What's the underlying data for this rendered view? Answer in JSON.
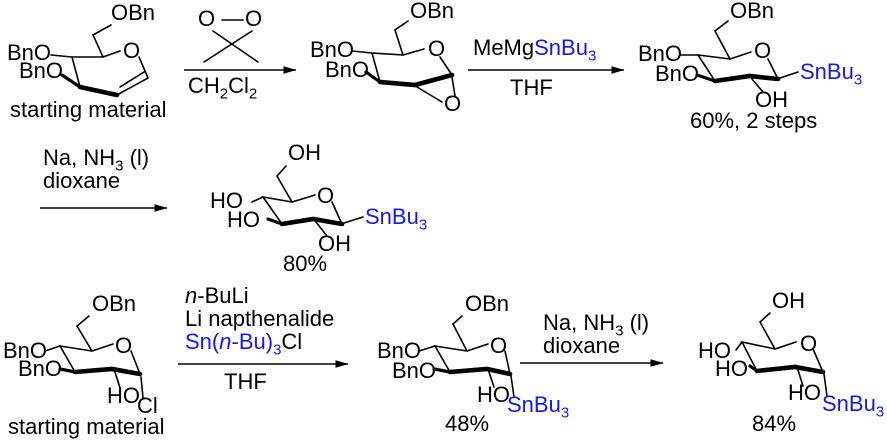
{
  "colors": {
    "ink": "#000000",
    "organotin_blue": "#1717f3",
    "background": "#ffffff"
  },
  "row1": {
    "struct1": {
      "obn": "OBn",
      "bno_upper": "BnO",
      "bno_lower": "BnO",
      "ring_o": "O",
      "caption": "starting material"
    },
    "arrow1": {
      "dmdo_o_left": "O",
      "dmdo_o_right": "O",
      "solvent_p1": "CH",
      "solvent_s1": "2",
      "solvent_p2": "Cl",
      "solvent_s2": "2"
    },
    "struct2": {
      "obn": "OBn",
      "bno_upper": "BnO",
      "bno_lower": "BnO",
      "ring_o": "O",
      "epoxide_o": "O"
    },
    "arrow2": {
      "reagent_black": "MeMg",
      "reagent_blue_main": "SnBu",
      "reagent_blue_sub": "3",
      "solvent": "THF"
    },
    "struct3": {
      "obn": "OBn",
      "bno_upper": "BnO",
      "bno_lower": "BnO",
      "ring_o": "O",
      "oh": "OH",
      "snbu_main": "SnBu",
      "snbu_sub": "3",
      "yield": "60%, 2 steps"
    }
  },
  "row2": {
    "arrow3": {
      "reagent_pre": "Na, NH",
      "reagent_sub": "3",
      "reagent_post": " (l)",
      "solvent": "dioxane"
    },
    "struct4": {
      "oh_top": "OH",
      "ho_upper": "HO",
      "ho_lower": "HO",
      "ring_o": "O",
      "oh_bottom": "OH",
      "snbu_main": "SnBu",
      "snbu_sub": "3",
      "yield": "80%"
    }
  },
  "row3": {
    "struct5": {
      "obn": "OBn",
      "bno_upper": "BnO",
      "bno_lower": "BnO",
      "ring_o": "O",
      "ho": "HO",
      "cl": "Cl",
      "caption": "starting material"
    },
    "arrow4": {
      "line1_italic": "n",
      "line1_rest": "-BuLi",
      "line2": "Li napthenalide",
      "line3_blue_pre": "Sn(",
      "line3_blue_italic": "n",
      "line3_blue_mid": "-Bu)",
      "line3_blue_sub": "3",
      "line3_black_end": "Cl",
      "solvent": "THF"
    },
    "struct6": {
      "obn": "OBn",
      "bno_upper": "BnO",
      "bno_lower": "BnO",
      "ring_o": "O",
      "ho": "HO",
      "snbu_main": "SnBu",
      "snbu_sub": "3",
      "yield": "48%"
    },
    "arrow5": {
      "reagent_pre": "Na, NH",
      "reagent_sub": "3",
      "reagent_post": " (l)",
      "solvent": "dioxane"
    },
    "struct7": {
      "oh_top": "OH",
      "ho_upper": "HO",
      "ho_lower": "HO",
      "ring_o": "O",
      "ho_bottom": "HO",
      "snbu_main": "SnBu",
      "snbu_sub": "3",
      "yield": "84%"
    }
  }
}
